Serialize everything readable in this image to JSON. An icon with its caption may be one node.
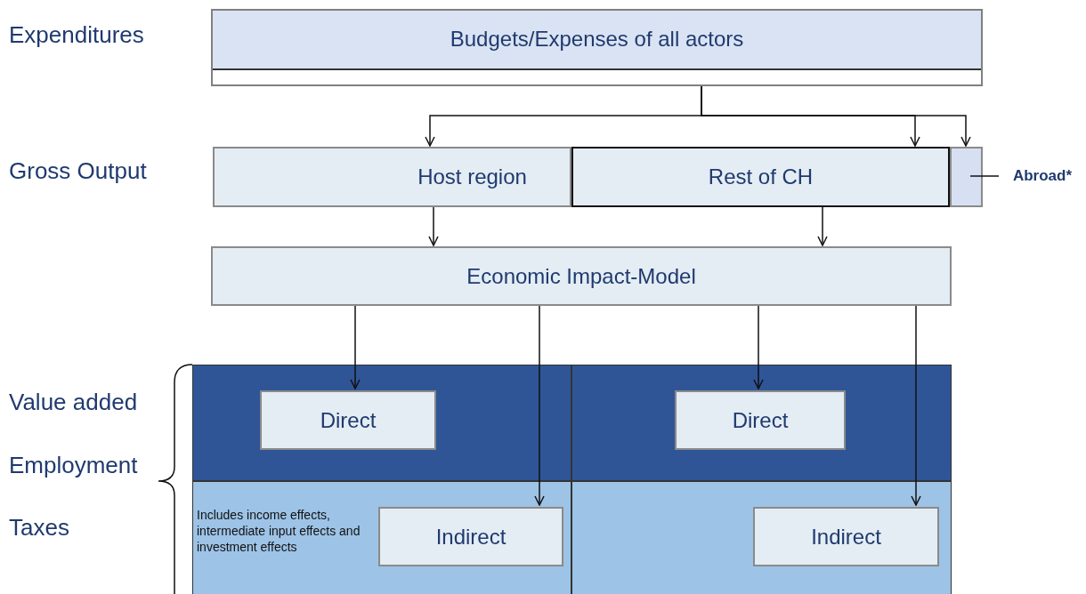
{
  "diagram": {
    "nodes": [
      {
        "text": [
          "Budgets/Expenses of all actors"
        ]
      },
      {
        "text": [
          "Host region"
        ]
      },
      {
        "text": [
          "Rest of CH"
        ]
      },
      {
        "text": [],
        "shape": "box"
      },
      {
        "text": [
          "Abroad*"
        ]
      },
      {
        "text": [
          "Economic Impact-Model"
        ]
      },
      {
        "text": [],
        "shape": "box"
      },
      {
        "text": [
          "Direct"
        ],
        "in": 6
      },
      {
        "text": [],
        "shape": "box"
      },
      {
        "text": [
          "Direct"
        ],
        "in": 8
      },
      {
        "text": [
          "Includes income effects, intermediate input effects and investment effects"
        ]
      },
      {
        "text": [
          "Indirect"
        ],
        "in": 10
      },
      {
        "text": [],
        "shape": "box"
      },
      {
        "text": [
          "Indirect"
        ],
        "in": 12
      }
    ],
    "edges": [
      {
        "from": 0,
        "to": 1,
        "arrow": "to"
      },
      {
        "from": 0,
        "to": 2,
        "arrow": "to"
      },
      {
        "from": 0,
        "to": 3,
        "arrow": "to"
      },
      {
        "from": 4,
        "to": 3,
        "arrow": "none"
      },
      {
        "from": 1,
        "to": 5,
        "arrow": "to"
      },
      {
        "from": 2,
        "to": 5,
        "arrow": "to"
      },
      {
        "from": 5,
        "to": 7,
        "arrow": "to"
      },
      {
        "from": 5,
        "to": 11,
        "arrow": "to"
      },
      {
        "from": 5,
        "to": 9,
        "arrow": "to"
      },
      {
        "from": 5,
        "to": 13,
        "arrow": "to"
      }
    ],
    "labels": [
      "Expenditures",
      "Gross Output",
      "Value added",
      "Employment",
      "Taxes"
    ]
  }
}
